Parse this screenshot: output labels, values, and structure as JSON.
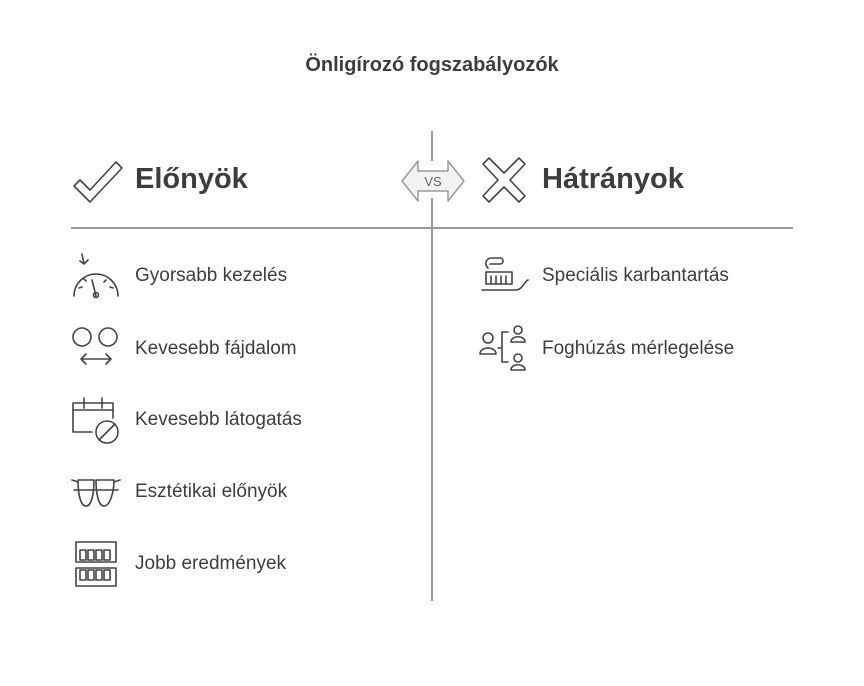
{
  "title": "Önligírozó fogszabályozók",
  "vs_label": "VS",
  "pros": {
    "heading": "Előnyök",
    "icon": "check-icon",
    "items": [
      {
        "label": "Gyorsabb kezelés",
        "icon": "speedometer-icon"
      },
      {
        "label": "Kevesebb fájdalom",
        "icon": "comparison-arrows-icon"
      },
      {
        "label": "Kevesebb látogatás",
        "icon": "calendar-blocked-icon"
      },
      {
        "label": "Esztétikai előnyök",
        "icon": "teeth-braces-icon"
      },
      {
        "label": "Jobb eredmények",
        "icon": "dentures-icon"
      }
    ]
  },
  "cons": {
    "heading": "Hátrányok",
    "icon": "cross-icon",
    "items": [
      {
        "label": "Speciális karbantartás",
        "icon": "toothbrush-icon"
      },
      {
        "label": "Foghúzás mérlegelése",
        "icon": "people-decision-icon"
      }
    ]
  },
  "colors": {
    "text": "#3d3d3d",
    "line": "#9a9a9a",
    "icon": "#444444"
  }
}
